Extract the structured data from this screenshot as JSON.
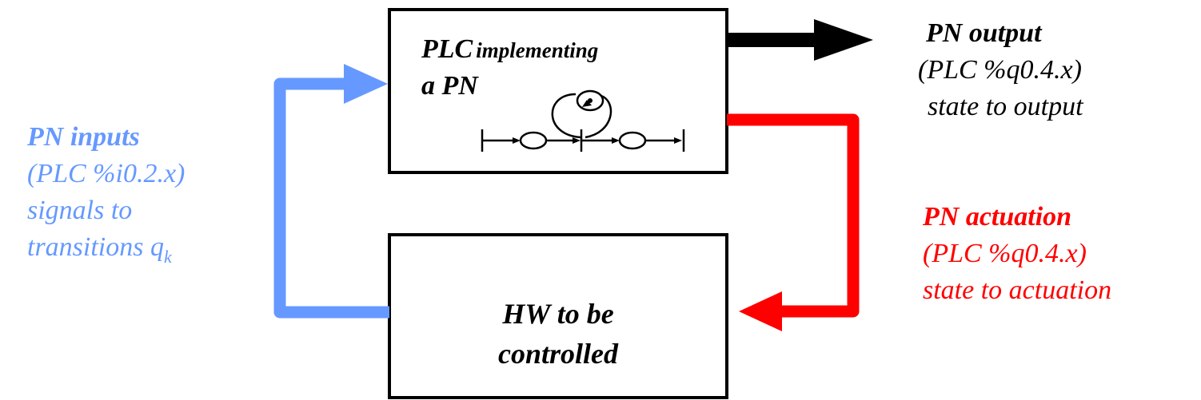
{
  "colors": {
    "input": "#6699ff",
    "actuation": "#ff0000",
    "output": "#000000",
    "box_border": "#000000"
  },
  "plc_box": {
    "title_line1": "PLC",
    "title_line1_rest": "implementing",
    "title_line2": "a PN"
  },
  "hw_box": {
    "line1": "HW to be",
    "line2": "controlled"
  },
  "output_label": {
    "line1": "PN output",
    "line2": "(PLC %q0.4.x)",
    "line3": "state to output"
  },
  "inputs_label": {
    "line1": "PN inputs",
    "line2": "(PLC %i0.2.x)",
    "line3": "signals to",
    "line4_main": "transitions q",
    "line4_sub": "k"
  },
  "actuation_label": {
    "line1": "PN actuation",
    "line2": "(PLC %q0.4.x)",
    "line3": "state to actuation"
  }
}
